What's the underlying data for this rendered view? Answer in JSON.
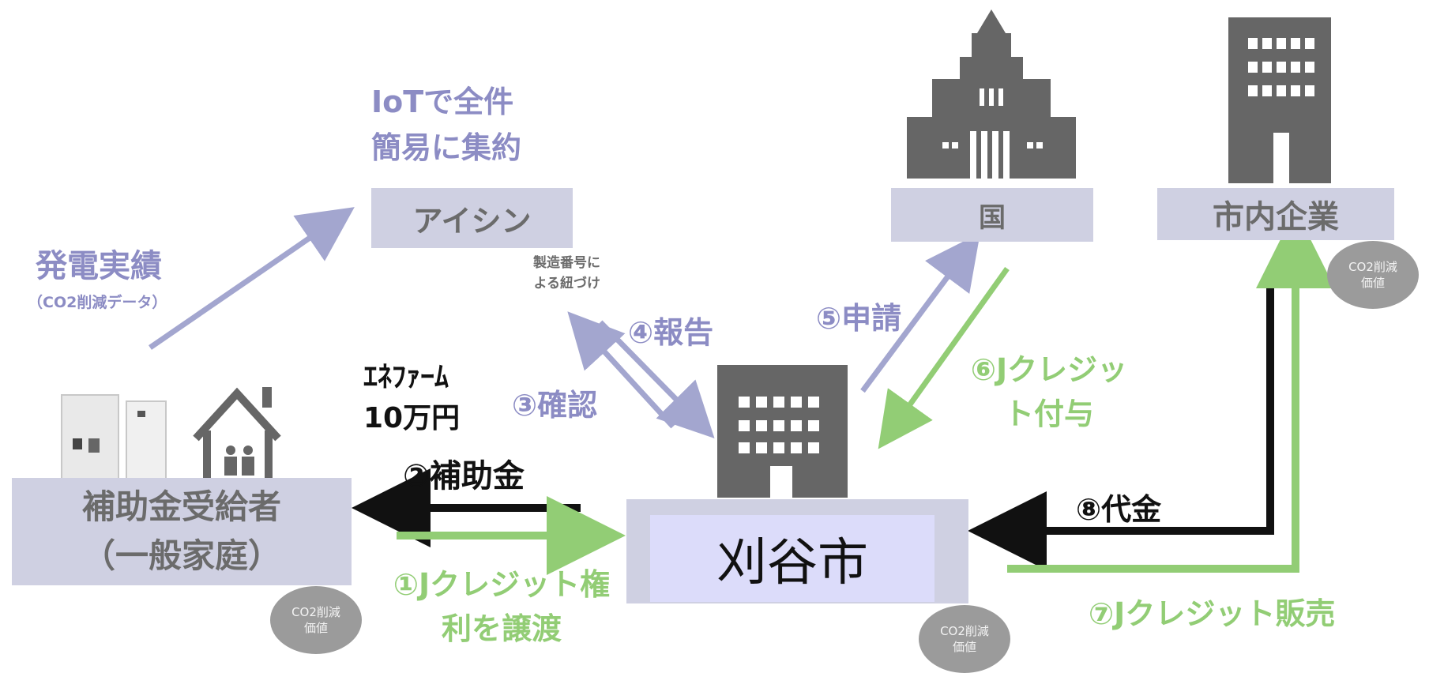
{
  "nodes": {
    "aisin": "アイシン",
    "kuni": "国",
    "companies": "市内企業",
    "recipient_line1": "補助金受給者",
    "recipient_line2": "（一般家庭）",
    "city": "刈谷市"
  },
  "iot_note": [
    "IoTで全件",
    "簡易に集約"
  ],
  "power_results": {
    "label": "発電実績",
    "sub": "（CO2削減データ）"
  },
  "serial_note": [
    "製造番号に",
    "よる紐づけ"
  ],
  "flows": {
    "report": "④報告",
    "confirm": "③確認",
    "apply": "⑤申請",
    "jcredit_grant": [
      "⑥Jクレジッ",
      "ト付与"
    ],
    "subsidy": "②補助金",
    "jcredit_transfer": [
      "①Jクレジット権",
      "利を譲渡"
    ],
    "payment": "⑧代金",
    "jcredit_sale": "⑦Jクレジット販売"
  },
  "enefarm": [
    "ｴﾈﾌｧｰﾑ",
    "10万円"
  ],
  "co2_badge": [
    "CO2削減",
    "価値"
  ],
  "colors": {
    "purple": "#8c8cc4",
    "green": "#92cd75",
    "box": "#cfd0e2",
    "icon": "#666666",
    "black": "#111111",
    "overlay": "#dcdcfa"
  }
}
